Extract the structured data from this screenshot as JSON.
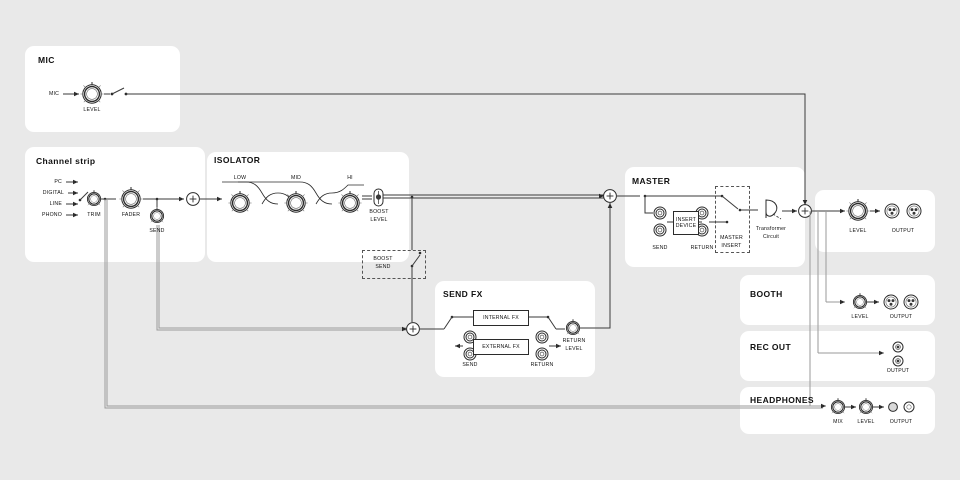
{
  "meta": {
    "title": "DJ Mixer Signal Flow Diagram",
    "background_color": "#e9e9e9",
    "panel_color": "#ffffff",
    "line_color": "#3a3a3a"
  },
  "panels": {
    "mic": {
      "title": "MIC",
      "input_label": "MIC",
      "level_label": "LEVEL",
      "switch_name": "mic-on-off-switch"
    },
    "channel_strip": {
      "title": "Channel strip",
      "inputs": [
        {
          "label": "PC"
        },
        {
          "label": "DIGITAL"
        },
        {
          "label": "LINE"
        },
        {
          "label": "PHONO"
        }
      ],
      "trim_label": "TRIM",
      "fader_label": "FADER",
      "send_label": "SEND"
    },
    "isolator": {
      "title": "ISOLATOR",
      "bands": [
        {
          "label": "LOW"
        },
        {
          "label": "MID"
        },
        {
          "label": "HI"
        }
      ],
      "boost_level_line1": "BOOST",
      "boost_level_line2": "LEVEL"
    },
    "boost_send": {
      "line1": "BOOST",
      "line2": "SEND"
    },
    "send_fx": {
      "title": "SEND FX",
      "internal_fx": "INTERNAL FX",
      "external_fx": "EXTERNAL FX",
      "send_label": "SEND",
      "return_label": "RETURN",
      "return_level_line1": "RETURN",
      "return_level_line2": "LEVEL"
    },
    "master": {
      "title": "MASTER",
      "send_label": "SEND",
      "return_label": "RETURN",
      "insert_device_line1": "INSERT",
      "insert_device_line2": "DEVICE",
      "master_insert_line1": "MASTER",
      "master_insert_line2": "INSERT",
      "transformer_line1": "Transformer",
      "transformer_line2": "Circuit"
    },
    "master_out": {
      "level_label": "LEVEL",
      "output_label": "OUTPUT"
    },
    "booth": {
      "title": "BOOTH",
      "level_label": "LEVEL",
      "output_label": "OUTPUT"
    },
    "rec_out": {
      "title": "REC OUT",
      "output_label": "OUTPUT"
    },
    "headphones": {
      "title": "HEADPHONES",
      "mix_label": "MIX",
      "level_label": "LEVEL",
      "output_label": "OUTPUT"
    }
  }
}
